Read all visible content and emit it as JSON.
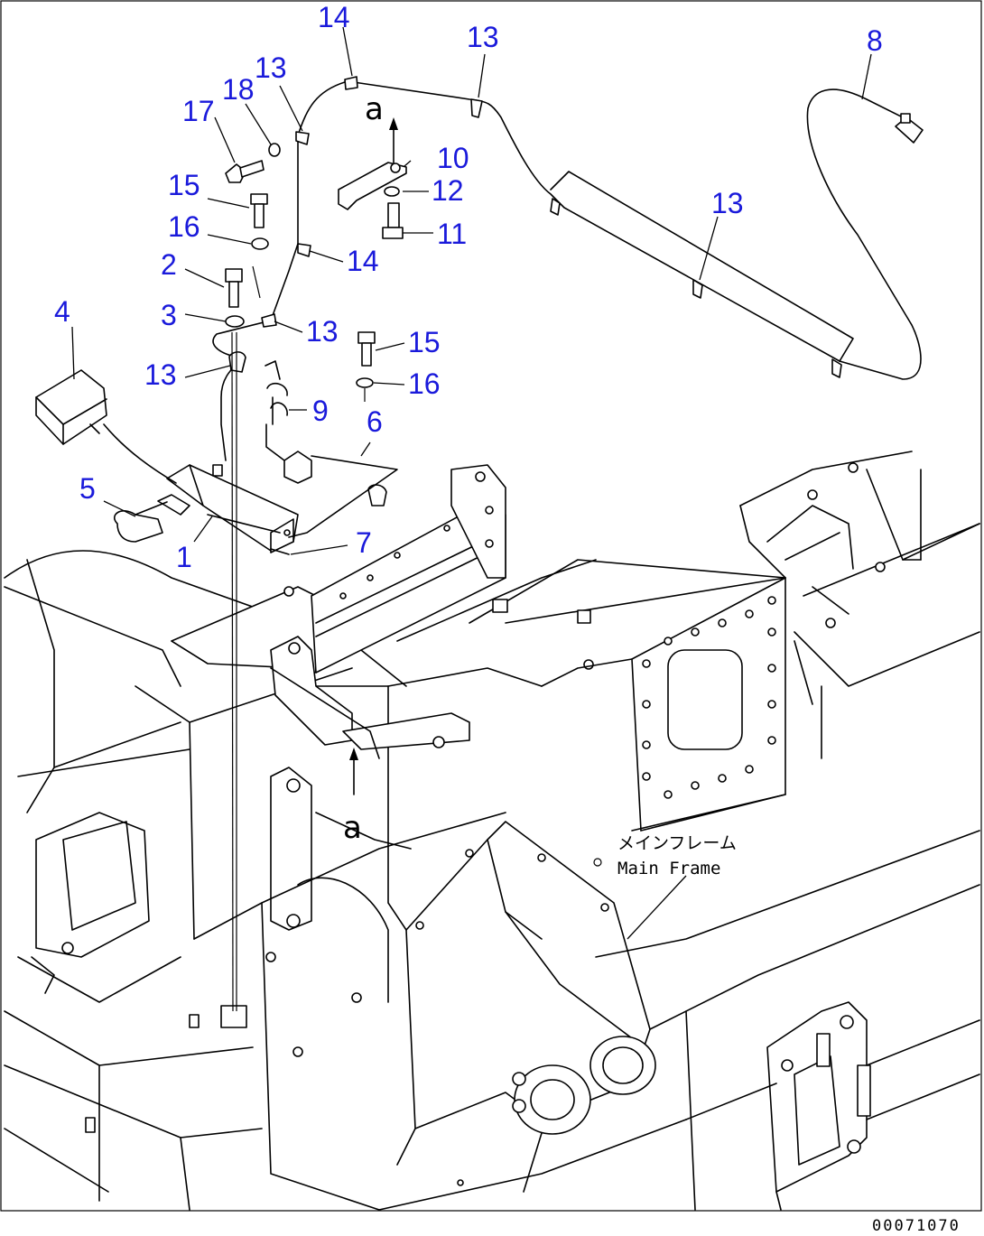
{
  "callouts": {
    "c1": "1",
    "c2": "2",
    "c3": "3",
    "c4": "4",
    "c5": "5",
    "c6": "6",
    "c7": "7",
    "c8": "8",
    "c9": "9",
    "c10": "10",
    "c11": "11",
    "c12": "12",
    "c13a": "13",
    "c13b": "13",
    "c13c": "13",
    "c13d": "13",
    "c13e": "13",
    "c14a": "14",
    "c14b": "14",
    "c15a": "15",
    "c15b": "15",
    "c16a": "16",
    "c16b": "16",
    "c17": "17",
    "c18": "18"
  },
  "view_marks": {
    "top": "a",
    "bottom": "a"
  },
  "frame_label_jp": "メインフレーム",
  "frame_label_en": "Main Frame",
  "drawing_code": "00071070",
  "colors": {
    "callout": "#1a1adb",
    "line": "#000000",
    "background": "#ffffff"
  }
}
